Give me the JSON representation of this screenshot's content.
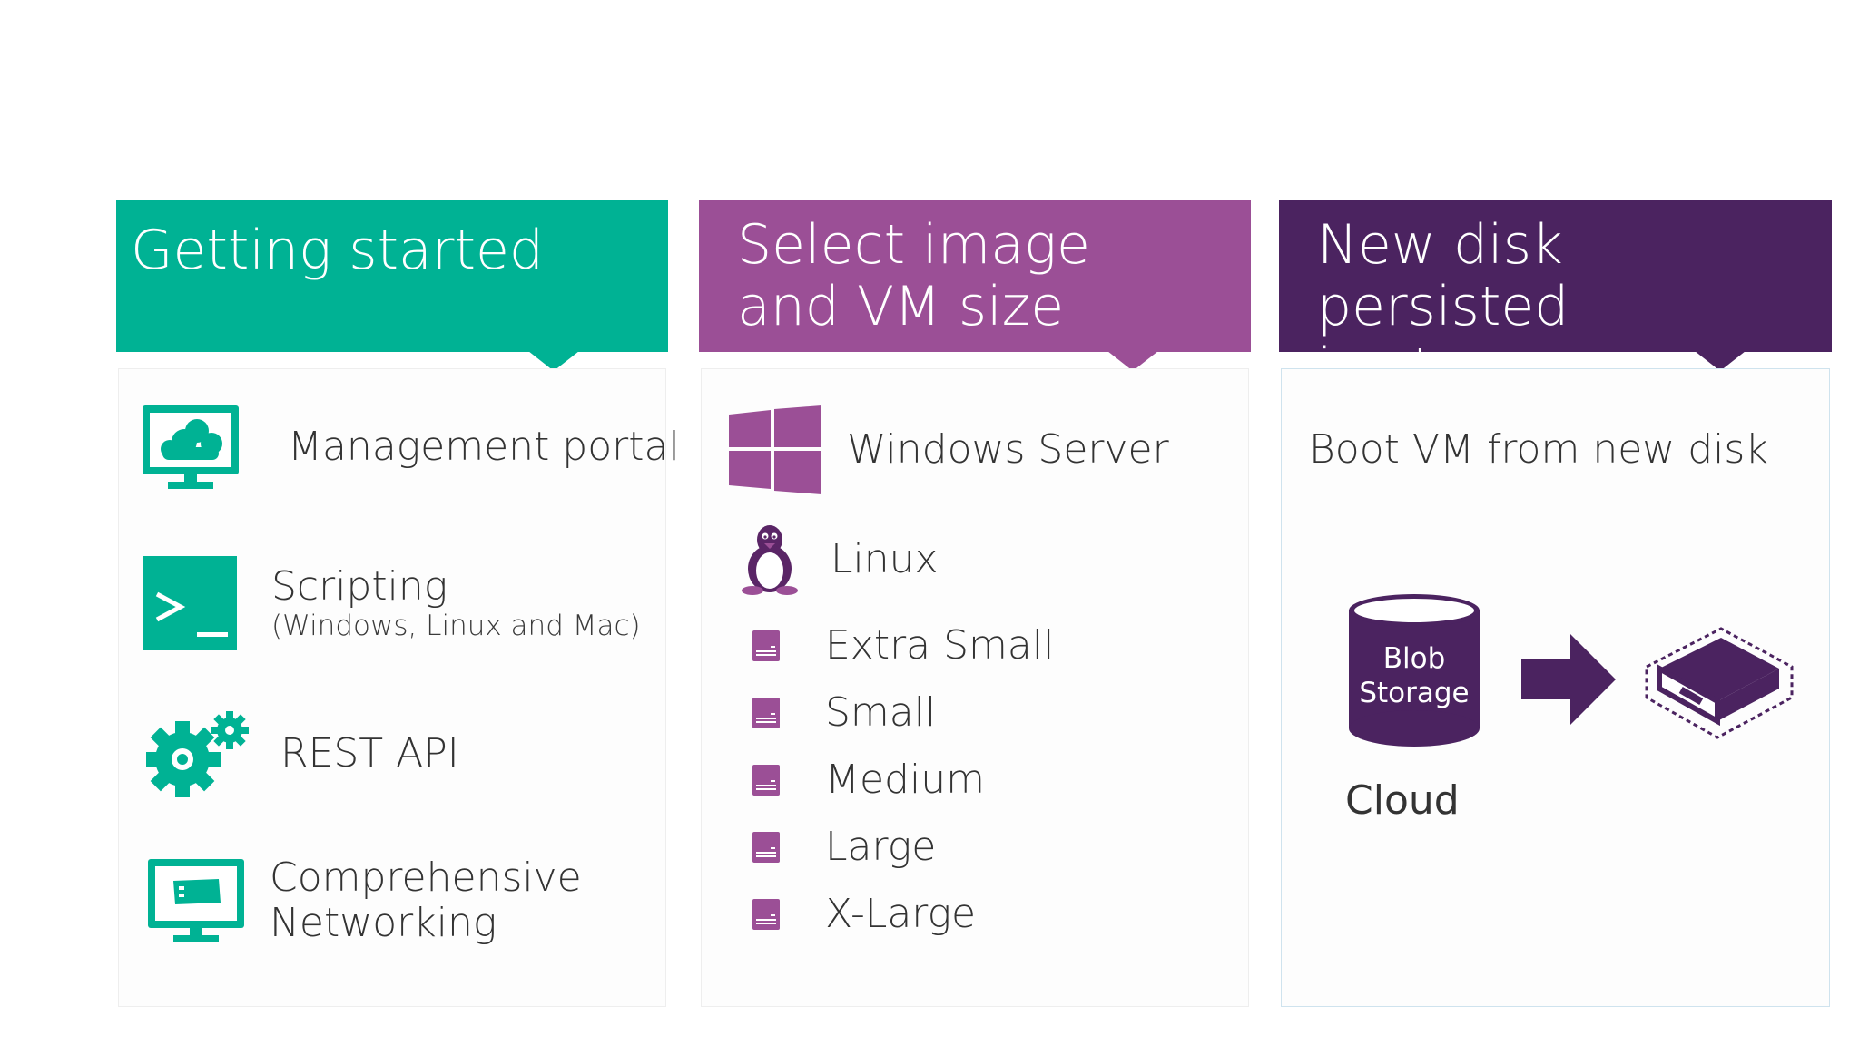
{
  "colors": {
    "teal": "#00b294",
    "purple": "#9b4f96",
    "dark_purple": "#4b2360",
    "text": "#333333"
  },
  "columns": [
    {
      "title": "Getting started",
      "items": [
        {
          "icon": "monitor-cloud-icon",
          "label": "Management portal"
        },
        {
          "icon": "terminal-icon",
          "label": "Scripting",
          "sublabel": "(Windows, Linux and Mac)"
        },
        {
          "icon": "gears-icon",
          "label": "REST API"
        },
        {
          "icon": "monitor-network-icon",
          "label": "Comprehensive\nNetworking"
        }
      ]
    },
    {
      "title": "Select image\nand VM size",
      "images": [
        {
          "icon": "windows-logo-icon",
          "label": "Windows Server"
        },
        {
          "icon": "linux-penguin-icon",
          "label": "Linux"
        }
      ],
      "sizes": [
        {
          "icon": "drive-icon",
          "label": "Extra Small"
        },
        {
          "icon": "drive-icon",
          "label": "Small"
        },
        {
          "icon": "drive-icon",
          "label": "Medium"
        },
        {
          "icon": "drive-icon",
          "label": "Large"
        },
        {
          "icon": "drive-icon",
          "label": "X-Large"
        }
      ]
    },
    {
      "title": "New disk persisted\nin storage",
      "subtitle": "Boot VM from new disk",
      "blob_label": "Blob\nStorage",
      "cloud_label": "Cloud",
      "icons": [
        "database-cylinder-icon",
        "arrow-right-icon",
        "server-disk-icon"
      ]
    }
  ]
}
